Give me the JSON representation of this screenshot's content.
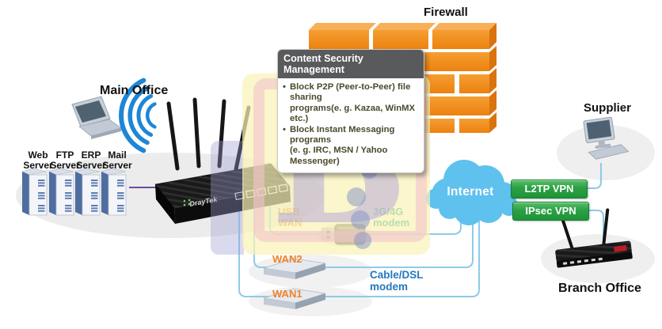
{
  "title": {
    "firewall": "Firewall"
  },
  "csm": {
    "header": "Content Security Management",
    "items": [
      {
        "bullet": "•",
        "line1": "Block P2P (Peer-to-Peer) file sharing",
        "line2": "programs(e. g. Kazaa, WinMX etc.)"
      },
      {
        "bullet": "•",
        "line1": "Block Instant Messaging programs",
        "line2": "(e. g. IRC, MSN / Yahoo Messenger)"
      }
    ]
  },
  "sites": {
    "main_office": "Main Office",
    "supplier": "Supplier",
    "branch_office": "Branch Office"
  },
  "servers": [
    {
      "line1": "Web",
      "line2": "Server"
    },
    {
      "line1": "FTP",
      "line2": "Server"
    },
    {
      "line1": "ERP",
      "line2": "Server"
    },
    {
      "line1": "Mail",
      "line2": "Server"
    }
  ],
  "internet": {
    "label": "Internet"
  },
  "vpn": {
    "l2tp": "L2TP VPN",
    "ipsec": "IPsec VPN"
  },
  "wan": {
    "usb_wan": [
      "USB",
      "WAN"
    ],
    "modem_3g4g": [
      "3G/4G",
      "modem"
    ],
    "wan2": "WAN2",
    "wan1": "WAN1",
    "cable_dsl": [
      "Cable/DSL",
      "modem"
    ]
  },
  "device": {
    "brand": "DrayTek"
  },
  "watermark": {
    "letter": "B"
  },
  "colors": {
    "brick_front": "#F18718",
    "brick_top": "#F9AE58",
    "brick_side": "#D9730E",
    "vpn_green": "#1E9437",
    "cloud_blue": "#5FC1EE",
    "line_blue": "#8CCBE9",
    "line_purple": "#6B4B9F",
    "label_orange": "#F08329",
    "label_teal": "#17A298",
    "label_blue": "#2578BE",
    "csm_header_bg": "#595A5C",
    "csm_text": "#4A4A2E"
  }
}
